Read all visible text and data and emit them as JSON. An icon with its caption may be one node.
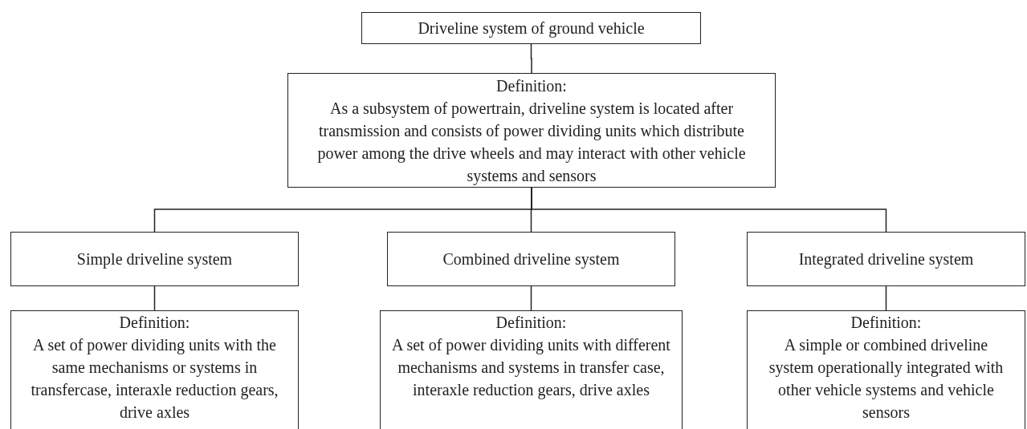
{
  "diagram": {
    "nodes": [
      {
        "text": [
          "Driveline system of ground vehicle"
        ]
      },
      {
        "text": [
          "Definition:",
          "As a subsystem of powertrain, driveline system is located after transmission and consists of power dividing units which distribute power among the drive wheels and may interact with other vehicle systems and sensors"
        ]
      },
      {
        "text": [
          "Simple driveline system"
        ]
      },
      {
        "text": [
          "Combined driveline system"
        ]
      },
      {
        "text": [
          "Integrated driveline system"
        ]
      },
      {
        "text": [
          "Definition:",
          "A set of power dividing units with the same mechanisms or systems in transfercase, interaxle reduction gears, drive axles"
        ]
      },
      {
        "text": [
          "Definition:",
          "A set of power dividing units with different mechanisms and systems in transfer case, interaxle reduction gears, drive axles"
        ]
      },
      {
        "text": [
          "Definition:",
          "A simple or combined driveline system operationally integrated with other vehicle systems and vehicle sensors"
        ]
      }
    ],
    "edges": [
      {
        "from": 0,
        "to": 1,
        "arrow": "none"
      },
      {
        "from": 1,
        "to": 2,
        "arrow": "none"
      },
      {
        "from": 1,
        "to": 3,
        "arrow": "none"
      },
      {
        "from": 1,
        "to": 4,
        "arrow": "none"
      },
      {
        "from": 2,
        "to": 5,
        "arrow": "none"
      },
      {
        "from": 3,
        "to": 6,
        "arrow": "none"
      },
      {
        "from": 4,
        "to": 7,
        "arrow": "none"
      }
    ]
  }
}
